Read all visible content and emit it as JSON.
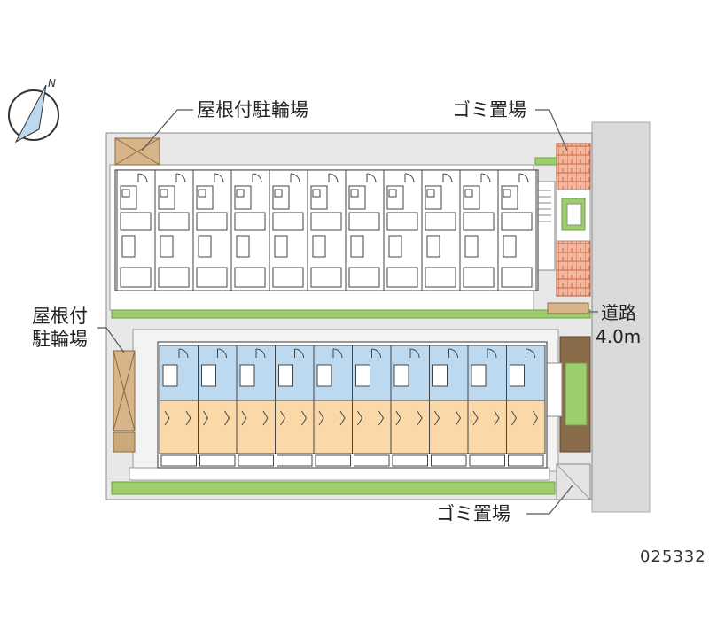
{
  "labels": {
    "bike_parking_top": "屋根付駐輪場",
    "garbage_top": "ゴミ置場",
    "bike_parking_left_line1": "屋根付",
    "bike_parking_left_line2": "駐輪場",
    "road_name": "道路",
    "road_width": "4.0m",
    "garbage_bottom": "ゴミ置場",
    "compass_letter": "N",
    "property_code": "025332"
  },
  "units": {
    "upper_building_count": 11,
    "lower_building_count": 10
  },
  "colors": {
    "room_blue": "#bcd9ef",
    "room_orange": "#fbd8a8",
    "grass": "#9ccf6c",
    "road": "#d9d9d9",
    "ground": "#e6e6e6",
    "bike_roof": "#d7b48a",
    "garbage_tile": "#e08a66"
  }
}
